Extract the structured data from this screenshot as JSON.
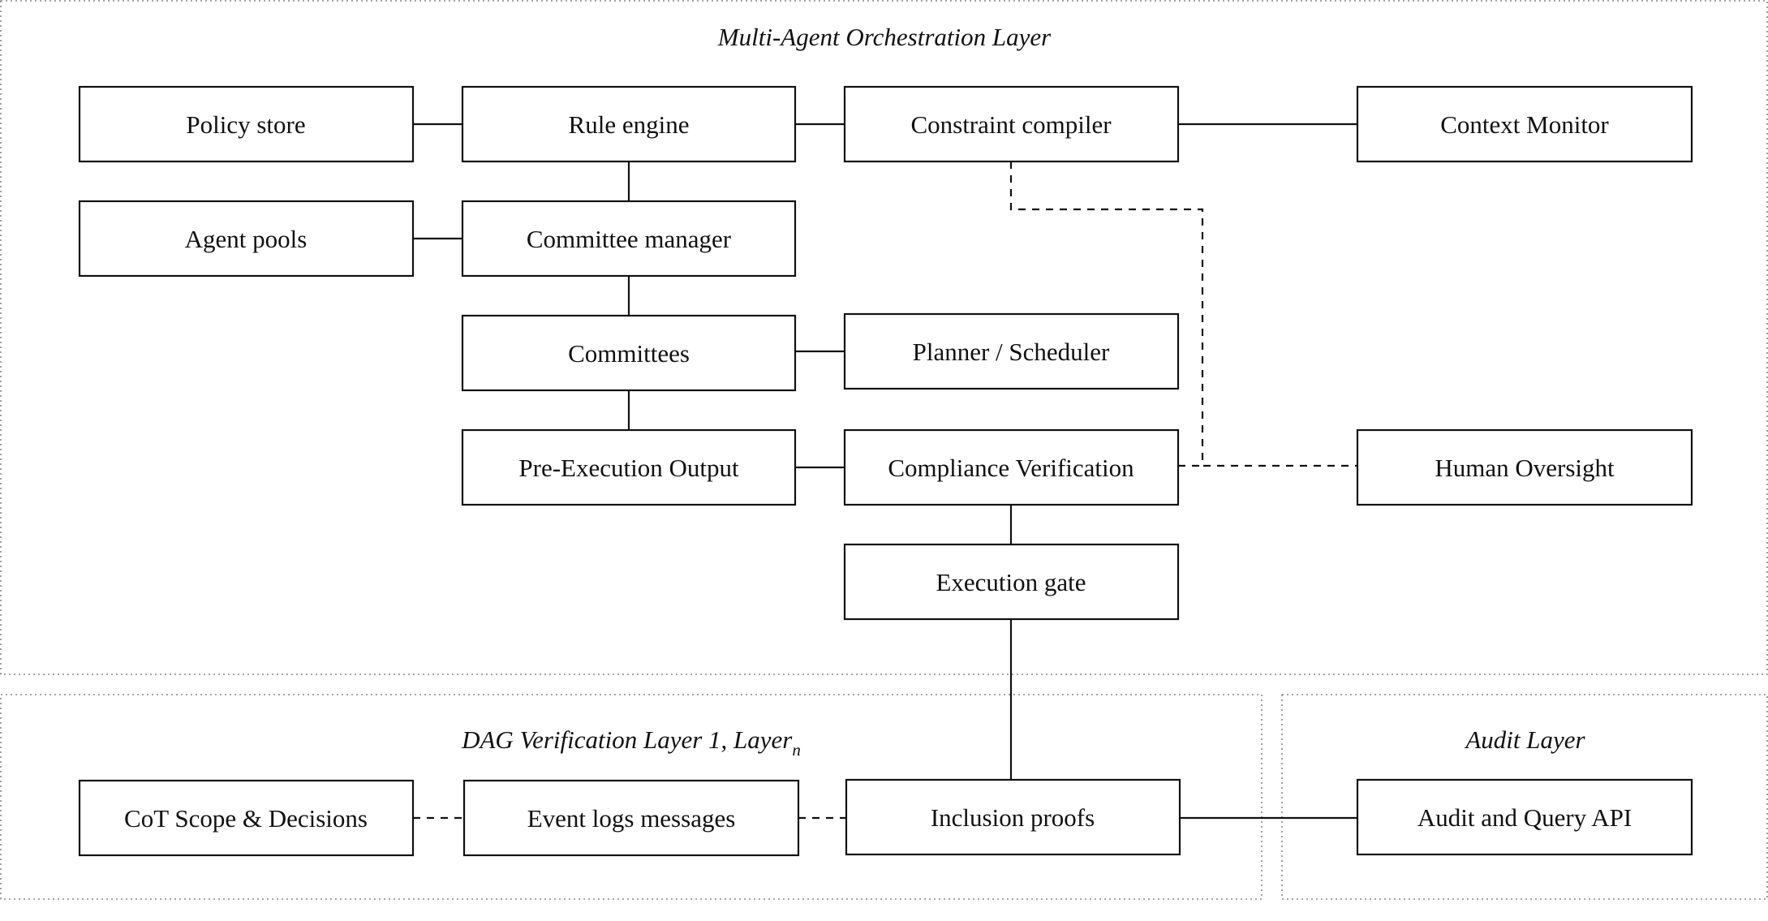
{
  "layers": {
    "orchestration": "Multi-Agent Orchestration Layer",
    "dag": {
      "main": "DAG Verification Layer 1, Layer",
      "subscript": "n"
    },
    "audit": "Audit Layer"
  },
  "nodes": {
    "policy_store": "Policy store",
    "rule_engine": "Rule engine",
    "constraint_compiler": "Constraint compiler",
    "context_monitor": "Context Monitor",
    "agent_pools": "Agent pools",
    "committee_manager": "Committee manager",
    "committees": "Committees",
    "planner_scheduler": "Planner / Scheduler",
    "pre_execution_output": "Pre-Execution Output",
    "compliance_verification": "Compliance Verification",
    "human_oversight": "Human Oversight",
    "execution_gate": "Execution gate",
    "cot_scope": "CoT Scope & Decisions",
    "event_logs": "Event logs messages",
    "inclusion_proofs": "Inclusion proofs",
    "audit_query_api": "Audit and Query API"
  }
}
